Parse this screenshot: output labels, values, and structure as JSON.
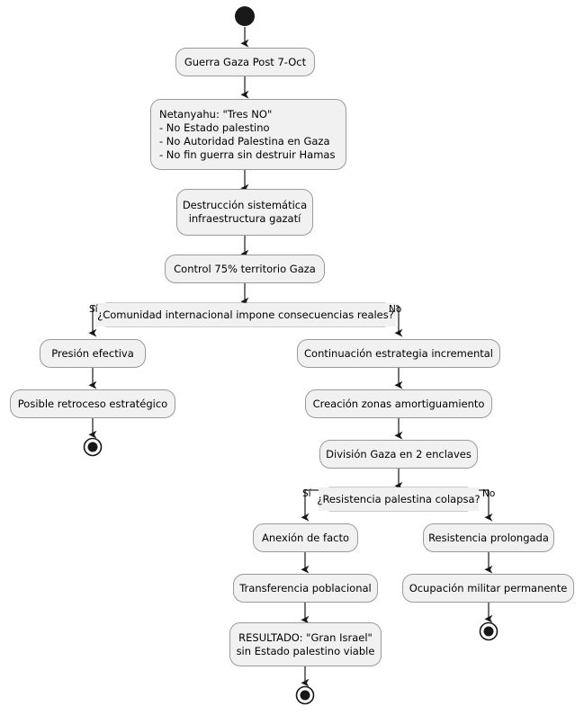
{
  "diagram": {
    "kind": "activity-flowchart",
    "title_text": "",
    "theme": {
      "node_fill": "#F1F1F1",
      "node_border": "#9A9A9A",
      "text_color": "#000000",
      "arrow_color": "#181818",
      "background": "#FFFFFF"
    },
    "start_node": {
      "name": "start",
      "shape": "filled-circle"
    },
    "nodes": [
      {
        "id": "n1",
        "label": "Guerra Gaza Post 7-Oct"
      },
      {
        "id": "n2",
        "label": "Netanyahu: \"Tres NO\"\n- No Estado palestino\n- No Autoridad Palestina en Gaza\n- No fin guerra sin destruir Hamas"
      },
      {
        "id": "n3",
        "label": "Destrucción sistemática\ninfraestructura gazatí"
      },
      {
        "id": "n4",
        "label": "Control 75% territorio Gaza"
      },
      {
        "id": "n5",
        "label": "Presión efectiva"
      },
      {
        "id": "n6",
        "label": "Posible retroceso estratégico"
      },
      {
        "id": "n7",
        "label": "Continuación estrategia incremental"
      },
      {
        "id": "n8",
        "label": "Creación zonas amortiguamiento"
      },
      {
        "id": "n9",
        "label": "División Gaza en 2 enclaves"
      },
      {
        "id": "n10",
        "label": "Anexión de facto"
      },
      {
        "id": "n11",
        "label": "Transferencia poblacional"
      },
      {
        "id": "n12",
        "label": "RESULTADO: \"Gran Israel\"\nsin Estado palestino viable"
      },
      {
        "id": "n13",
        "label": "Resistencia prolongada"
      },
      {
        "id": "n14",
        "label": "Ocupación militar permanente"
      }
    ],
    "decisions": [
      {
        "id": "d1",
        "label": "¿Comunidad internacional impone consecuencias reales?",
        "yes_label": "Sí",
        "no_label": "No"
      },
      {
        "id": "d2",
        "label": "¿Resistencia palestina colapsa?",
        "yes_label": "Sí",
        "no_label": "No"
      }
    ],
    "end_nodes": [
      {
        "id": "e1",
        "shape": "double-circle"
      },
      {
        "id": "e2",
        "shape": "double-circle"
      },
      {
        "id": "e3",
        "shape": "double-circle"
      }
    ]
  }
}
